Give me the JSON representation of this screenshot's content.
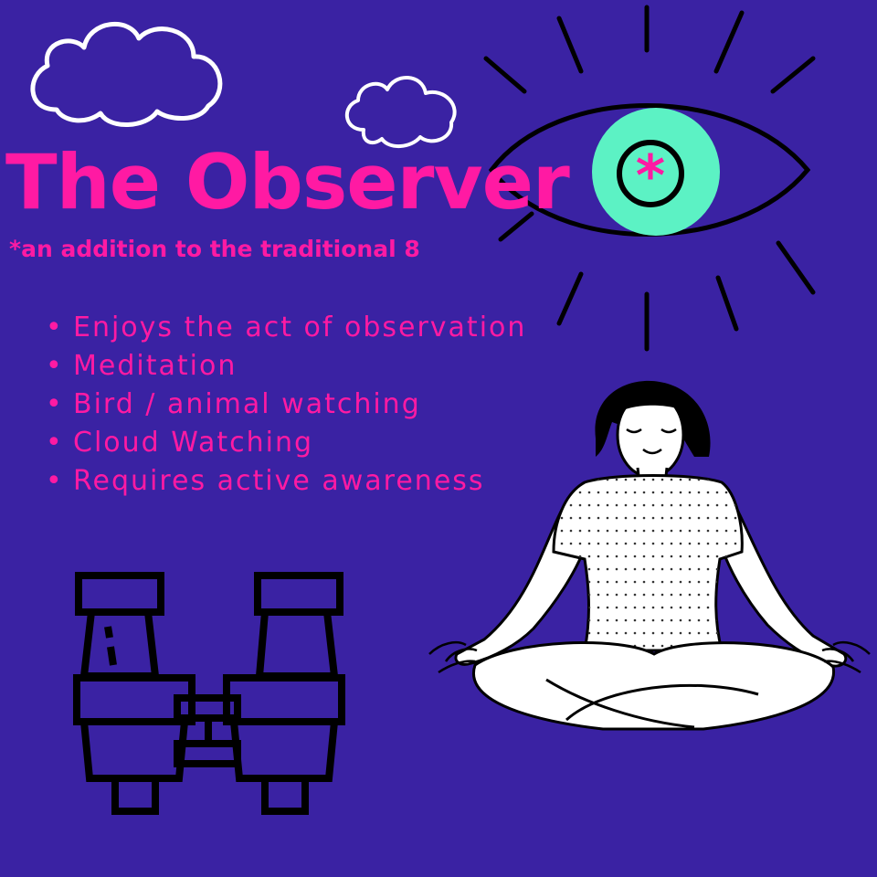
{
  "title": "The Observer",
  "subtitle": "*an addition to the traditional 8",
  "traits": [
    "Enjoys the act of observation",
    "Meditation",
    "Bird / animal watching",
    "Cloud Watching",
    "Requires active awareness"
  ],
  "icons": [
    "cloud-icon",
    "eye-icon",
    "binoculars-icon",
    "meditating-person-icon"
  ],
  "colors": {
    "background": "#3a22a3",
    "text": "#ff1aa3",
    "iris": "#5cf2c4",
    "outline": "#000000"
  }
}
